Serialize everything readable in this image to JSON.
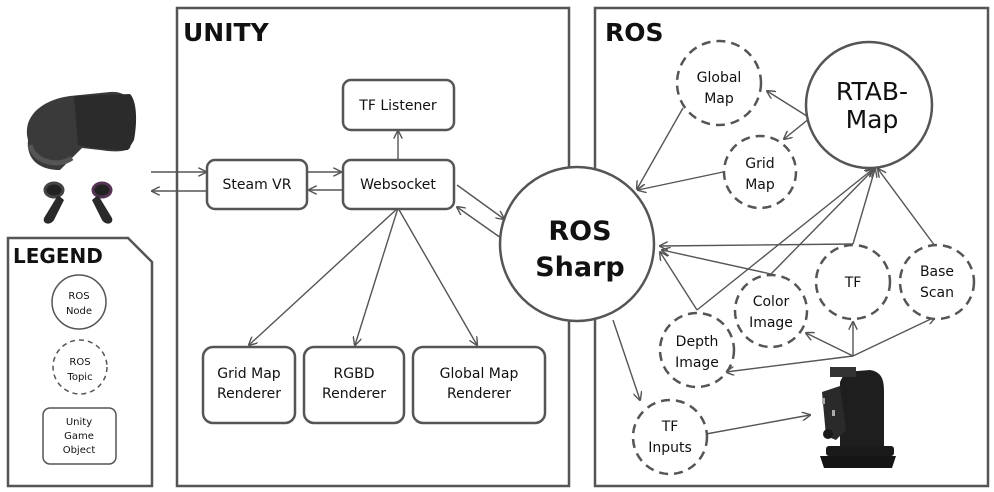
{
  "panels": {
    "unity": {
      "title": "UNITY"
    },
    "ros": {
      "title": "ROS"
    }
  },
  "legend": {
    "title": "LEGEND",
    "items": [
      {
        "kind": "node",
        "lines": [
          "ROS",
          "Node"
        ]
      },
      {
        "kind": "topic",
        "lines": [
          "ROS",
          "Topic"
        ]
      },
      {
        "kind": "game-object",
        "lines": [
          "Unity",
          "Game",
          "Object"
        ]
      }
    ]
  },
  "devices": {
    "vr_headset": "VR headset with controllers",
    "robot": "mobile manipulator robot"
  },
  "unity_objects": {
    "tf_listener": {
      "lines": [
        "TF Listener"
      ]
    },
    "steam_vr": {
      "lines": [
        "Steam VR"
      ]
    },
    "websocket": {
      "lines": [
        "Websocket"
      ]
    },
    "grid_map_renderer": {
      "lines": [
        "Grid Map",
        "Renderer"
      ]
    },
    "rgbd_renderer": {
      "lines": [
        "RGBD",
        "Renderer"
      ]
    },
    "global_map_renderer": {
      "lines": [
        "Global Map",
        "Renderer"
      ]
    }
  },
  "ros_nodes": {
    "ros_sharp": {
      "lines": [
        "ROS",
        "Sharp"
      ]
    },
    "rtab_map": {
      "lines": [
        "RTAB-",
        "Map"
      ]
    }
  },
  "ros_topics": {
    "global_map": {
      "lines": [
        "Global",
        "Map"
      ]
    },
    "grid_map": {
      "lines": [
        "Grid",
        "Map"
      ]
    },
    "tf": {
      "lines": [
        "TF"
      ]
    },
    "base_scan": {
      "lines": [
        "Base",
        "Scan"
      ]
    },
    "color_image": {
      "lines": [
        "Color",
        "Image"
      ]
    },
    "depth_image": {
      "lines": [
        "Depth",
        "Image"
      ]
    },
    "tf_inputs": {
      "lines": [
        "TF",
        "Inputs"
      ]
    }
  },
  "edges": [
    {
      "from": "vr_headset",
      "to": "steam_vr"
    },
    {
      "from": "steam_vr",
      "to": "vr_headset"
    },
    {
      "from": "steam_vr",
      "to": "websocket"
    },
    {
      "from": "websocket",
      "to": "steam_vr"
    },
    {
      "from": "websocket",
      "to": "tf_listener"
    },
    {
      "from": "websocket",
      "to": "grid_map_renderer"
    },
    {
      "from": "websocket",
      "to": "rgbd_renderer"
    },
    {
      "from": "websocket",
      "to": "global_map_renderer"
    },
    {
      "from": "websocket",
      "to": "ros_sharp"
    },
    {
      "from": "ros_sharp",
      "to": "websocket"
    },
    {
      "from": "rtab_map",
      "to": "global_map"
    },
    {
      "from": "rtab_map",
      "to": "grid_map"
    },
    {
      "from": "global_map",
      "to": "ros_sharp"
    },
    {
      "from": "grid_map",
      "to": "ros_sharp"
    },
    {
      "from": "tf",
      "to": "ros_sharp"
    },
    {
      "from": "color_image",
      "to": "ros_sharp"
    },
    {
      "from": "depth_image",
      "to": "ros_sharp"
    },
    {
      "from": "tf",
      "to": "rtab_map"
    },
    {
      "from": "base_scan",
      "to": "rtab_map"
    },
    {
      "from": "color_image",
      "to": "rtab_map"
    },
    {
      "from": "depth_image",
      "to": "rtab_map"
    },
    {
      "from": "robot",
      "to": "tf"
    },
    {
      "from": "robot",
      "to": "base_scan"
    },
    {
      "from": "robot",
      "to": "color_image"
    },
    {
      "from": "robot",
      "to": "depth_image"
    },
    {
      "from": "ros_sharp",
      "to": "tf_inputs"
    },
    {
      "from": "tf_inputs",
      "to": "robot"
    }
  ]
}
